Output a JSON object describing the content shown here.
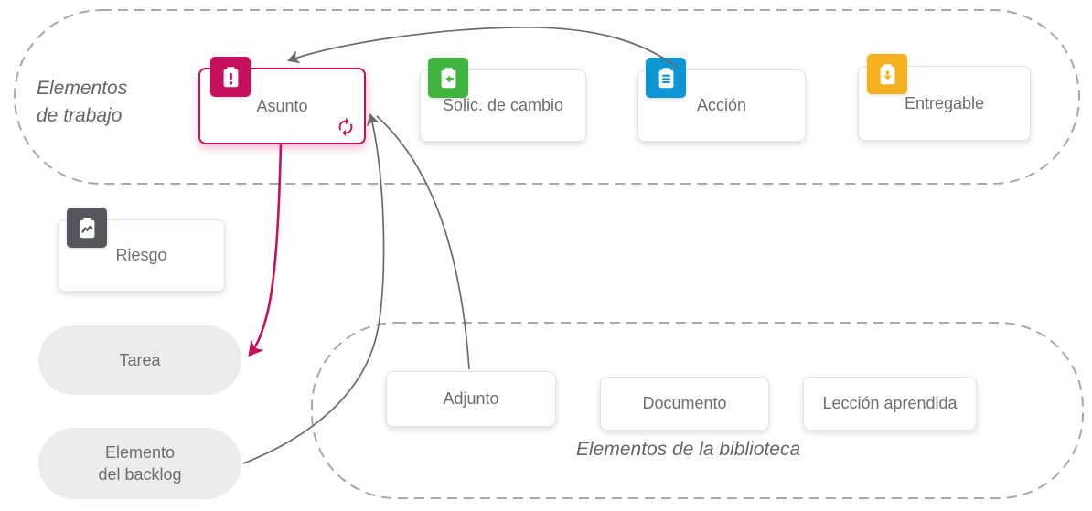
{
  "groups": {
    "work_items": {
      "label_line1": "Elementos",
      "label_line2": "de trabajo"
    },
    "library_items": {
      "label": "Elementos de la biblioteca"
    }
  },
  "nodes": {
    "asunto": {
      "label": "Asunto",
      "icon": "clipboard-exclamation-icon",
      "corner_icon": "sync-icon",
      "accent": "#C5105C",
      "highlighted": true
    },
    "solic_cambio": {
      "label": "Solic. de cambio",
      "icon": "clipboard-arrow-left-icon",
      "accent": "#3FB540"
    },
    "accion": {
      "label": "Acción",
      "icon": "clipboard-list-icon",
      "accent": "#0D96D5"
    },
    "entregable": {
      "label": "Entregable",
      "icon": "clipboard-arrow-down-icon",
      "accent": "#F5B120"
    },
    "riesgo": {
      "label": "Riesgo",
      "icon": "clipboard-zigzag-icon",
      "accent": "#54585D"
    },
    "tarea": {
      "label": "Tarea"
    },
    "elemento_backlog": {
      "label_line1": "Elemento",
      "label_line2": "del backlog"
    },
    "adjunto": {
      "label": "Adjunto"
    },
    "documento": {
      "label": "Documento"
    },
    "leccion_aprendida": {
      "label": "Lección aprendida"
    }
  },
  "edges": [
    {
      "from": "accion",
      "to": "asunto",
      "color": "#6a6a6a"
    },
    {
      "from": "elemento_backlog",
      "to": "asunto",
      "color": "#6a6a6a"
    },
    {
      "from": "adjunto",
      "to": "asunto",
      "color": "#6a6a6a"
    },
    {
      "from": "asunto",
      "to": "tarea",
      "color": "#C5105C"
    }
  ],
  "colors": {
    "crimson": "#C5105C",
    "green": "#3FB540",
    "blue": "#0D96D5",
    "amber": "#F5B120",
    "dark_gray": "#54585D",
    "dashed_border": "#a8a8a8",
    "pill_gray": "#ececec",
    "arrow_gray": "#6a6a6a"
  }
}
